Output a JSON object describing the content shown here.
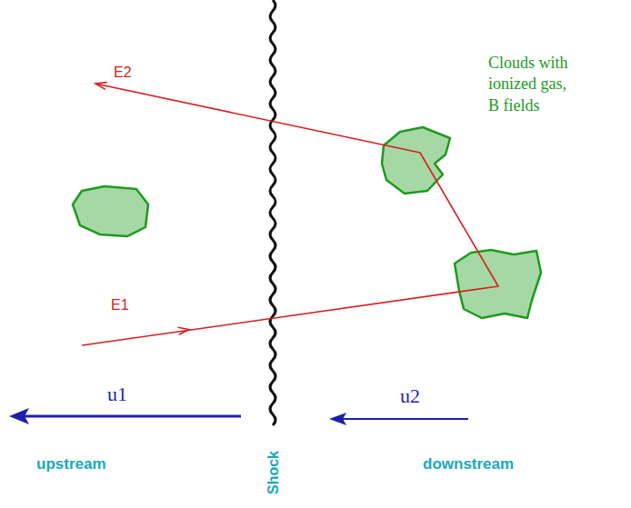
{
  "diagram": {
    "labels": [
      "E2",
      "Clouds with ionized gas, B fields",
      "E1",
      "u1",
      "Shock",
      "u2",
      "upstream",
      "downstream"
    ]
  }
}
